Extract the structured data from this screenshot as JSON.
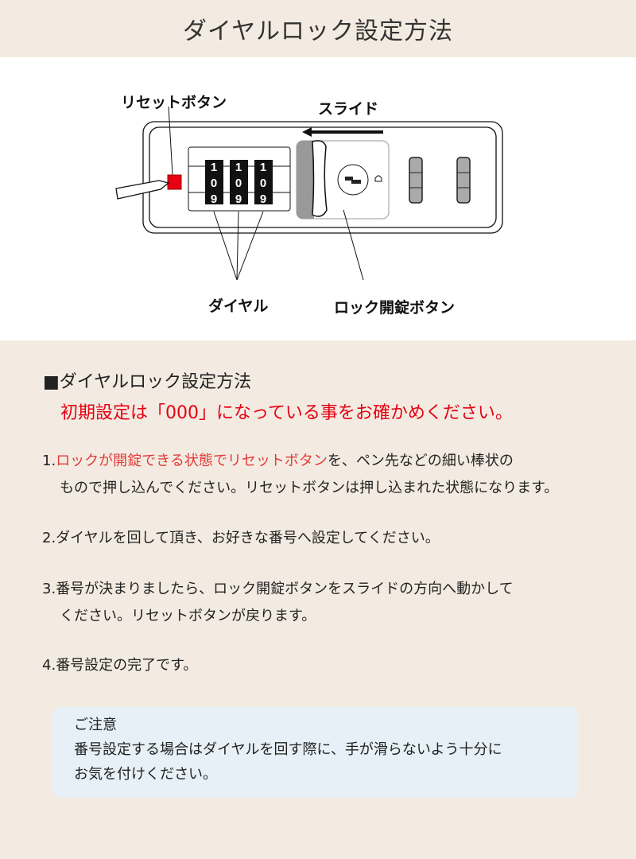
{
  "header": {
    "title": "ダイヤルロック設定方法"
  },
  "diagram": {
    "reset_label": "リセットボタン",
    "slide_label": "スライド",
    "dial_label": "ダイヤル",
    "unlock_label": "ロック開錠ボタン",
    "dial_digits": {
      "top": "1",
      "middle": "0",
      "bottom": "9"
    },
    "colors": {
      "reset_button": "#e60012",
      "slider": "#999999"
    }
  },
  "section": {
    "title": "■ダイヤルロック設定方法",
    "notice": "初期設定は「000」になっている事をお確かめください。"
  },
  "steps": [
    {
      "num": "1.",
      "red": "ロックが開錠できる状態でリセットボタン",
      "line1": "を、ペン先などの細い棒状の",
      "line2": "もので押し込んでください。リセットボタンは押し込まれた状態になります。"
    },
    {
      "num": "2.",
      "line1": "ダイヤルを回して頂き、お好きな番号へ設定してください。"
    },
    {
      "num": "3.",
      "line1": "番号が決まりましたら、ロック開錠ボタンをスライドの方向へ動かして",
      "line2": "ください。リセットボタンが戻ります。"
    },
    {
      "num": "4.",
      "line1": "番号設定の完了です。"
    }
  ],
  "caution": {
    "title": "ご注意",
    "line1": "番号設定する場合はダイヤルを回す際に、手が滑らないよう十分に",
    "line2": "お気を付けください。"
  }
}
